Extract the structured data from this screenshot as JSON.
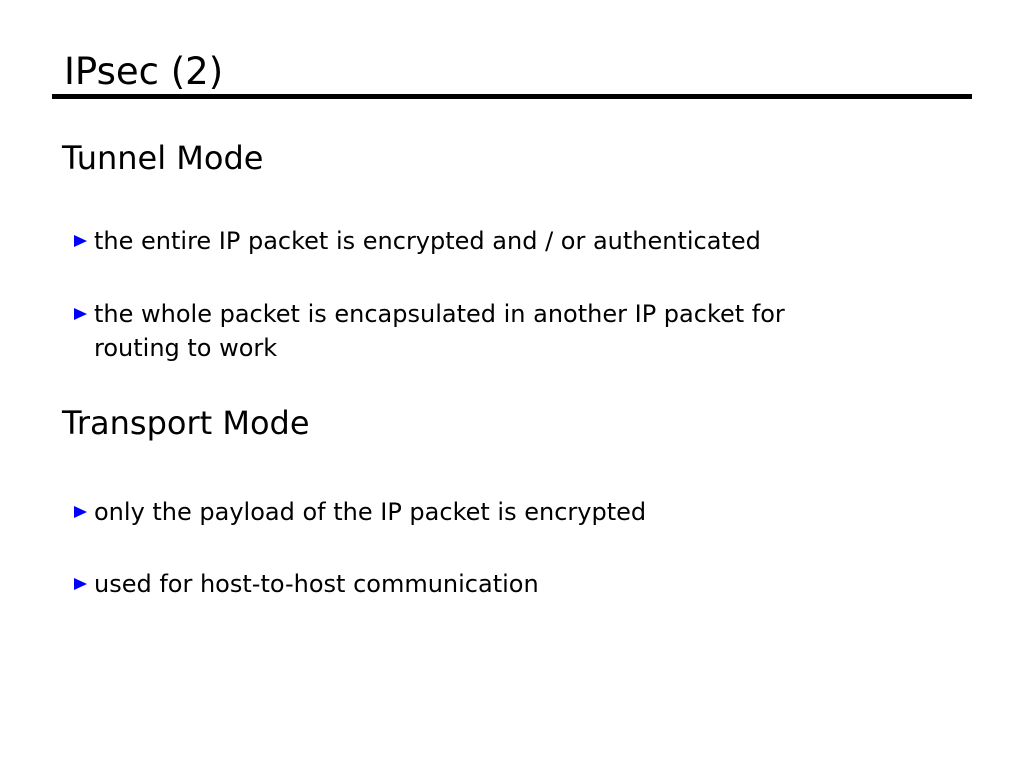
{
  "slide": {
    "title": "IPsec (2)",
    "accent_color": "#0000ff",
    "bullet_icon": "triangle-right-icon"
  },
  "sections": [
    {
      "heading": "Tunnel Mode",
      "bullets": [
        "the entire IP packet is encrypted and / or authenticated",
        "the whole packet is encapsulated in another IP packet for routing to work"
      ]
    },
    {
      "heading": "Transport Mode",
      "bullets": [
        "only the payload of the IP packet is encrypted",
        "used for host-to-host communication"
      ]
    }
  ]
}
